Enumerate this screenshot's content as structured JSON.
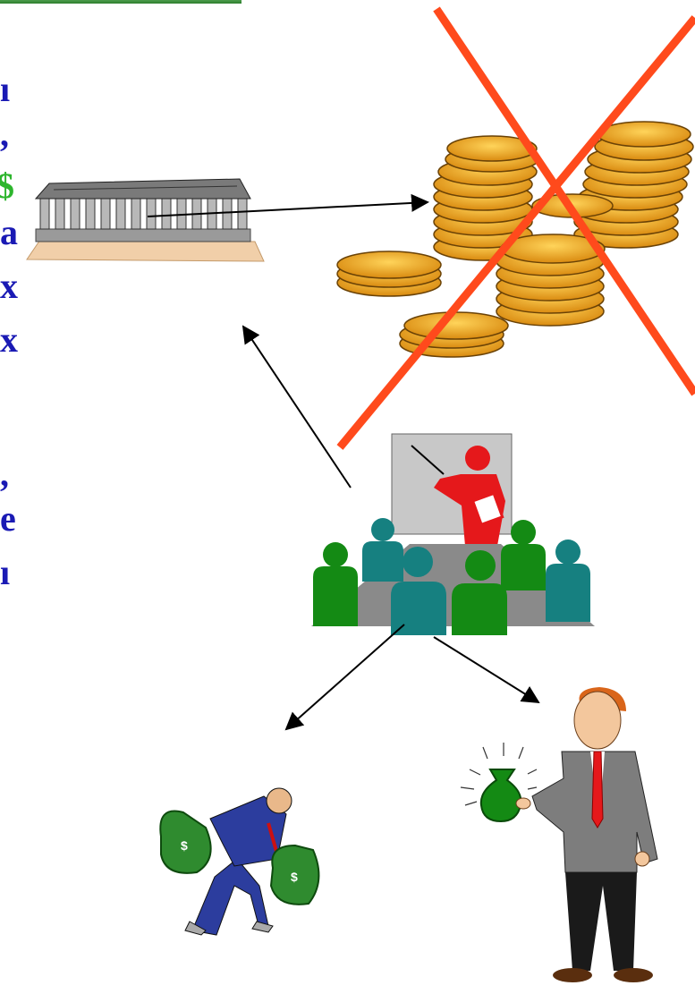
{
  "text_fragments": [
    {
      "id": "frag-1",
      "text": "ı",
      "color": "#1a1ab4"
    },
    {
      "id": "frag-2",
      "text": ",",
      "color": "#1a1ab4"
    },
    {
      "id": "frag-3",
      "text": "$",
      "color": "#2db52d"
    },
    {
      "id": "frag-4",
      "text": "a",
      "color": "#1a1ab4"
    },
    {
      "id": "frag-5",
      "text": "x",
      "color": "#1a1ab4"
    },
    {
      "id": "frag-6",
      "text": "x",
      "color": "#1a1ab4"
    },
    {
      "id": "frag-7",
      "text": ",",
      "color": "#1a1ab4"
    },
    {
      "id": "frag-8",
      "text": "e",
      "color": "#1a1ab4"
    },
    {
      "id": "frag-9",
      "text": "ı",
      "color": "#1a1ab4"
    }
  ],
  "colors": {
    "title_text": "#1a1ab4",
    "accent_green": "#2db52d",
    "cross_red": "#ff4a1c",
    "coin_gold": "#e9a91f",
    "teal": "#168080",
    "green": "#148a14",
    "presenter_red": "#e5181b"
  },
  "icons": [
    "temple-icon",
    "coin-pile-icon",
    "cross-mark-icon",
    "meeting-presentation-icon",
    "running-man-moneybags-icon",
    "businessman-moneybag-icon"
  ]
}
